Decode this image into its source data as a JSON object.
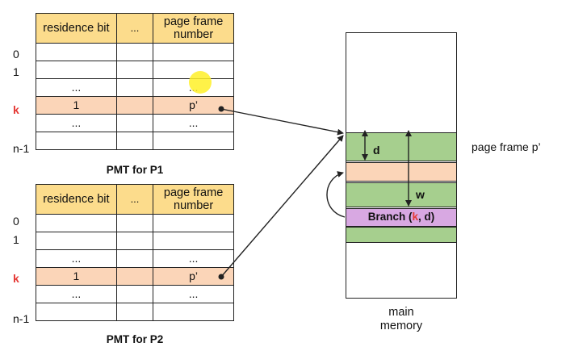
{
  "pmt_p1": {
    "header": {
      "residence": "residence bit",
      "dots": "...",
      "frame": "page frame number"
    },
    "rows": [
      {
        "index": "0",
        "residence": "",
        "dots": "",
        "frame": ""
      },
      {
        "index": "1",
        "residence": "",
        "dots": "",
        "frame": ""
      },
      {
        "index": "",
        "residence": "...",
        "dots": "",
        "frame": "..."
      },
      {
        "index": "k",
        "residence": "1",
        "dots": "",
        "frame": "p’"
      },
      {
        "index": "",
        "residence": "...",
        "dots": "",
        "frame": "..."
      },
      {
        "index": "n-1",
        "residence": "",
        "dots": "",
        "frame": ""
      }
    ],
    "caption": "PMT for P1"
  },
  "pmt_p2": {
    "header": {
      "residence": "residence bit",
      "dots": "...",
      "frame": "page frame number"
    },
    "rows": [
      {
        "index": "0",
        "residence": "",
        "dots": "",
        "frame": ""
      },
      {
        "index": "1",
        "residence": "",
        "dots": "",
        "frame": ""
      },
      {
        "index": "",
        "residence": "...",
        "dots": "",
        "frame": "..."
      },
      {
        "index": "k",
        "residence": "1",
        "dots": "",
        "frame": "p’"
      },
      {
        "index": "",
        "residence": "...",
        "dots": "",
        "frame": "..."
      },
      {
        "index": "n-1",
        "residence": "",
        "dots": "",
        "frame": ""
      }
    ],
    "caption": "PMT for P2"
  },
  "memory": {
    "label_line1": "main",
    "label_line2": "memory",
    "page_frame_label": "page frame p’",
    "offset_d": "d",
    "offset_w": "w",
    "branch_prefix": "Branch (",
    "branch_k": "k",
    "branch_suffix": ", d)"
  },
  "colors": {
    "header": "#fcdc8c",
    "highlight_row": "#fbd5b8",
    "frame_green": "#a6cf8e",
    "branch_purple": "#d8a8e2",
    "index_red": "#e53935"
  }
}
